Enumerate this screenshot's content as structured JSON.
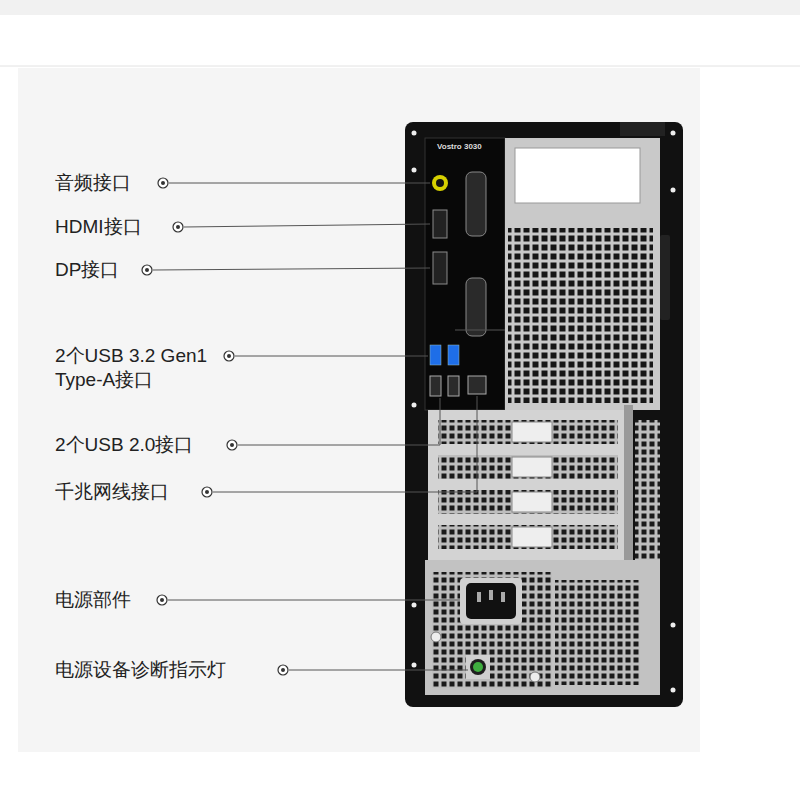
{
  "diagram": {
    "labels": [
      "Vostro 3030",
      "音频接口",
      "HDMI接口",
      "DP接口",
      "2个USB 3.2 Gen1 Type-A接口",
      "2个USB 2.0接口",
      "千兆网线接口",
      "电源部件",
      "电源设备诊断指示灯"
    ]
  }
}
